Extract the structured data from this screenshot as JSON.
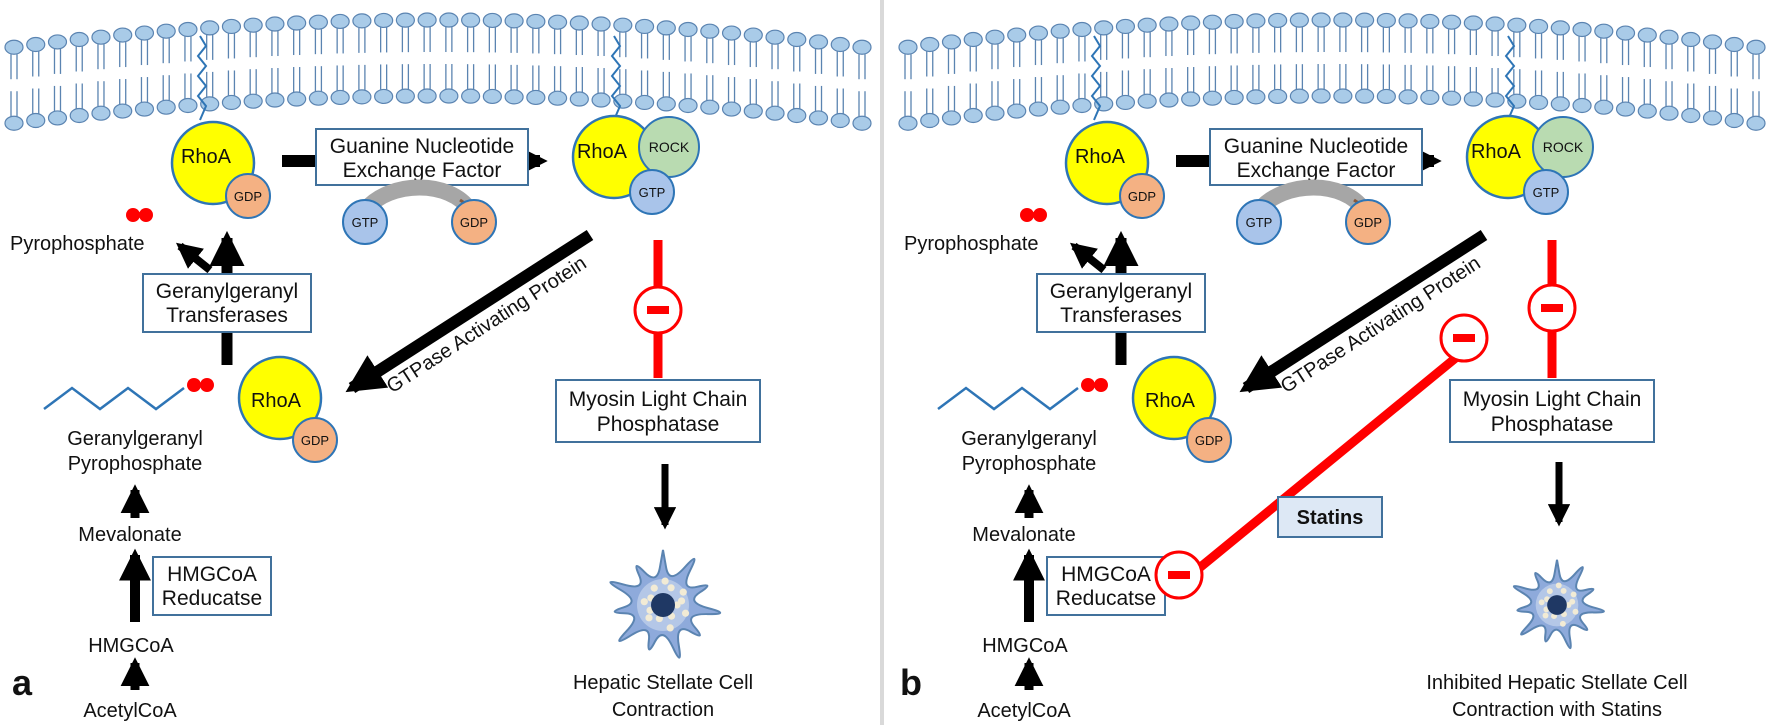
{
  "colors": {
    "membrane_head": "#a9cbe8",
    "membrane_stroke": "#5b84b1",
    "rhoa_fill": "#ffff00",
    "gdp_fill": "#f4b183",
    "gtp_fill": "#a9c4ea",
    "rock_fill": "#b9dbb1",
    "box_border": "#41719c",
    "inhibit_red": "#ff0000",
    "arrow_black": "#000000",
    "statins_fill": "#dde8f5"
  },
  "panels": [
    {
      "letter": "a",
      "rhoa_label": "RhoA",
      "gdp_label": "GDP",
      "gtp_label": "GTP",
      "rock_label": "ROCK",
      "gef_line1": "Guanine Nucleotide",
      "gef_line2": "Exchange Factor",
      "gap_label": "GTPase Activating Protein",
      "pyrophosphate_label": "Pyrophosphate",
      "ggt_line1": "Geranylgeranyl",
      "ggt_line2": "Transferases",
      "ggpp_line1": "Geranylgeranyl",
      "ggpp_line2": "Pyrophosphate",
      "mevalonate_label": "Mevalonate",
      "hmgcoa_red_line1": "HMGCoA",
      "hmgcoa_red_line2": "Reducatse",
      "hmgcoa_label": "HMGCoA",
      "acetylcoa_label": "AcetylCoA",
      "mlcp_line1": "Myosin Light Chain",
      "mlcp_line2": "Phosphatase",
      "inhibit_symbol": "-",
      "outcome_line1": "Hepatic Stellate Cell",
      "outcome_line2": "Contraction"
    },
    {
      "letter": "b",
      "rhoa_label": "RhoA",
      "gdp_label": "GDP",
      "gtp_label": "GTP",
      "rock_label": "ROCK",
      "gef_line1": "Guanine Nucleotide",
      "gef_line2": "Exchange Factor",
      "gap_label": "GTPase Activating Protein",
      "pyrophosphate_label": "Pyrophosphate",
      "ggt_line1": "Geranylgeranyl",
      "ggt_line2": "Transferases",
      "ggpp_line1": "Geranylgeranyl",
      "ggpp_line2": "Pyrophosphate",
      "mevalonate_label": "Mevalonate",
      "hmgcoa_red_line1": "HMGCoA",
      "hmgcoa_red_line2": "Reducatse",
      "hmgcoa_label": "HMGCoA",
      "acetylcoa_label": "AcetylCoA",
      "mlcp_line1": "Myosin Light Chain",
      "mlcp_line2": "Phosphatase",
      "inhibit_symbol": "-",
      "statins_label": "Statins",
      "outcome_line1": "Inhibited Hepatic Stellate Cell",
      "outcome_line2": "Contraction with Statins"
    }
  ]
}
